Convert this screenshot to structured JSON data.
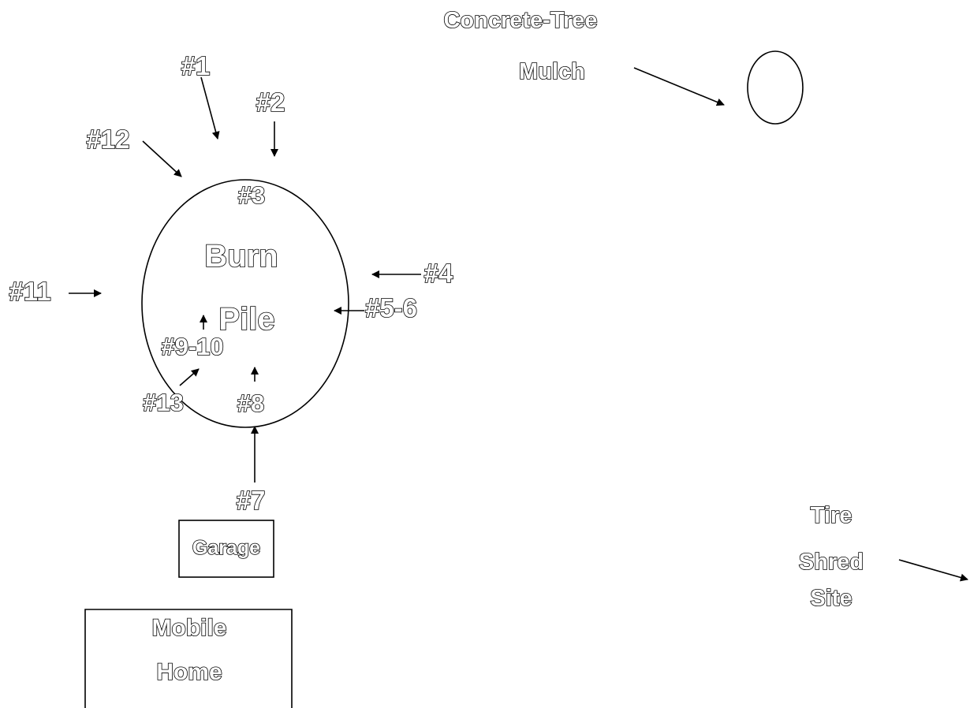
{
  "labels": {
    "concrete_tree": "Concrete-Tree",
    "mulch": "Mulch",
    "burn": "Burn",
    "pile": "Pile",
    "tire": "Tire",
    "shred": "Shred",
    "site": "Site",
    "garage": "Garage",
    "mobile": "Mobile",
    "home": "Home"
  },
  "points": {
    "p1": "#1",
    "p2": "#2",
    "p3": "#3",
    "p4": "#4",
    "p5_6": "#5-6",
    "p7": "#7",
    "p8": "#8",
    "p9_10": "#9-10",
    "p11": "#11",
    "p12": "#12",
    "p13": "#13"
  },
  "colors": {
    "stroke": "#000000",
    "fill": "#ffffff"
  }
}
